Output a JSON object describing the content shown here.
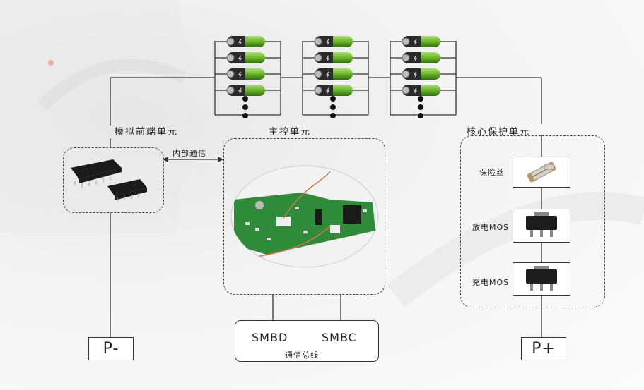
{
  "labels": {
    "afe": "模拟前端单元",
    "mcu": "主控单元",
    "protect": "核心保护单元",
    "internal_comm": "内部通信",
    "fuse": "保险丝",
    "discharge_mos": "放电MOS",
    "charge_mos": "充电MOS",
    "bus_caption": "通信总线",
    "smbd": "SMBD",
    "smbc": "SMBC",
    "p_minus": "P-",
    "p_plus": "P+"
  },
  "battery_groups": 3,
  "cells_per_group": 4,
  "colors": {
    "cell_green": "#6bb42a",
    "pcb_green": "#2f8a3a",
    "line": "#333333"
  }
}
